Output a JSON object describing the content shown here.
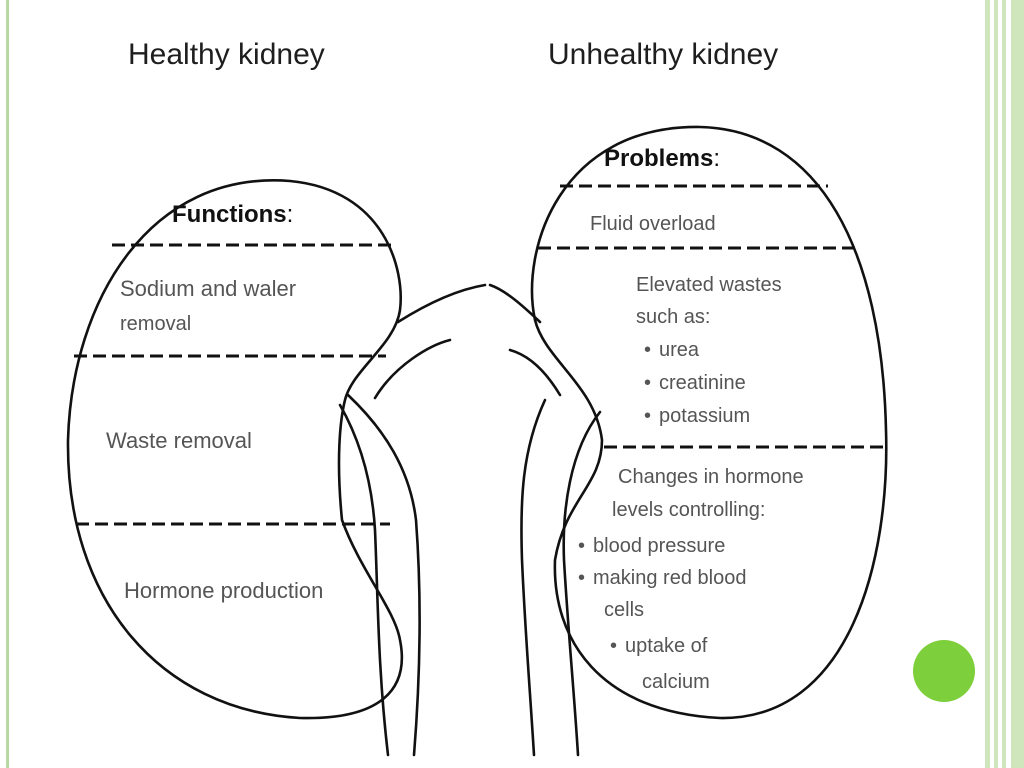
{
  "diagram": {
    "healthy": {
      "title": "Healthy kidney",
      "header": "Functions",
      "colon": ":",
      "sections": [
        {
          "line1": "Sodium and waler",
          "line2": "removal"
        },
        {
          "line1": "Waste removal"
        },
        {
          "line1": "Hormone production"
        }
      ]
    },
    "unhealthy": {
      "title": "Unhealthy kidney",
      "header": "Problems",
      "colon": ":",
      "fluid": "Fluid overload",
      "wastes": {
        "line1": "Elevated wastes",
        "line2": "such as:",
        "items": [
          "urea",
          "creatinine",
          "potassium"
        ]
      },
      "hormones": {
        "line1": "Changes in hormone",
        "line2": "levels controlling:",
        "item1": "blood pressure",
        "item2_line1": "making red blood",
        "item2_line2": "cells",
        "item3_line1": "uptake of",
        "item3_line2": "calcium"
      }
    },
    "bullet": "•"
  }
}
